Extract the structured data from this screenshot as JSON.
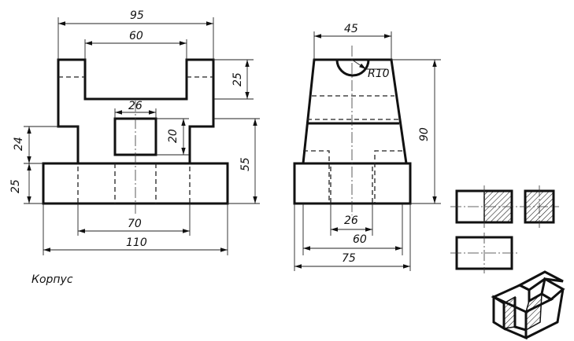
{
  "caption": "Корпус",
  "front_view_dims": {
    "overall_top_width": "95",
    "top_slot_width": "60",
    "center_slot_width": "26",
    "center_slot_height": "20",
    "upper_step_height": "25",
    "middle_height": "24",
    "base_height": "25",
    "total_height_right": "55",
    "base_inner": "70",
    "base_width": "110"
  },
  "side_view_dims": {
    "top_width": "45",
    "radius": "R10",
    "height": "90",
    "slot_width": "26",
    "inner_width": "60",
    "base_width": "75"
  }
}
